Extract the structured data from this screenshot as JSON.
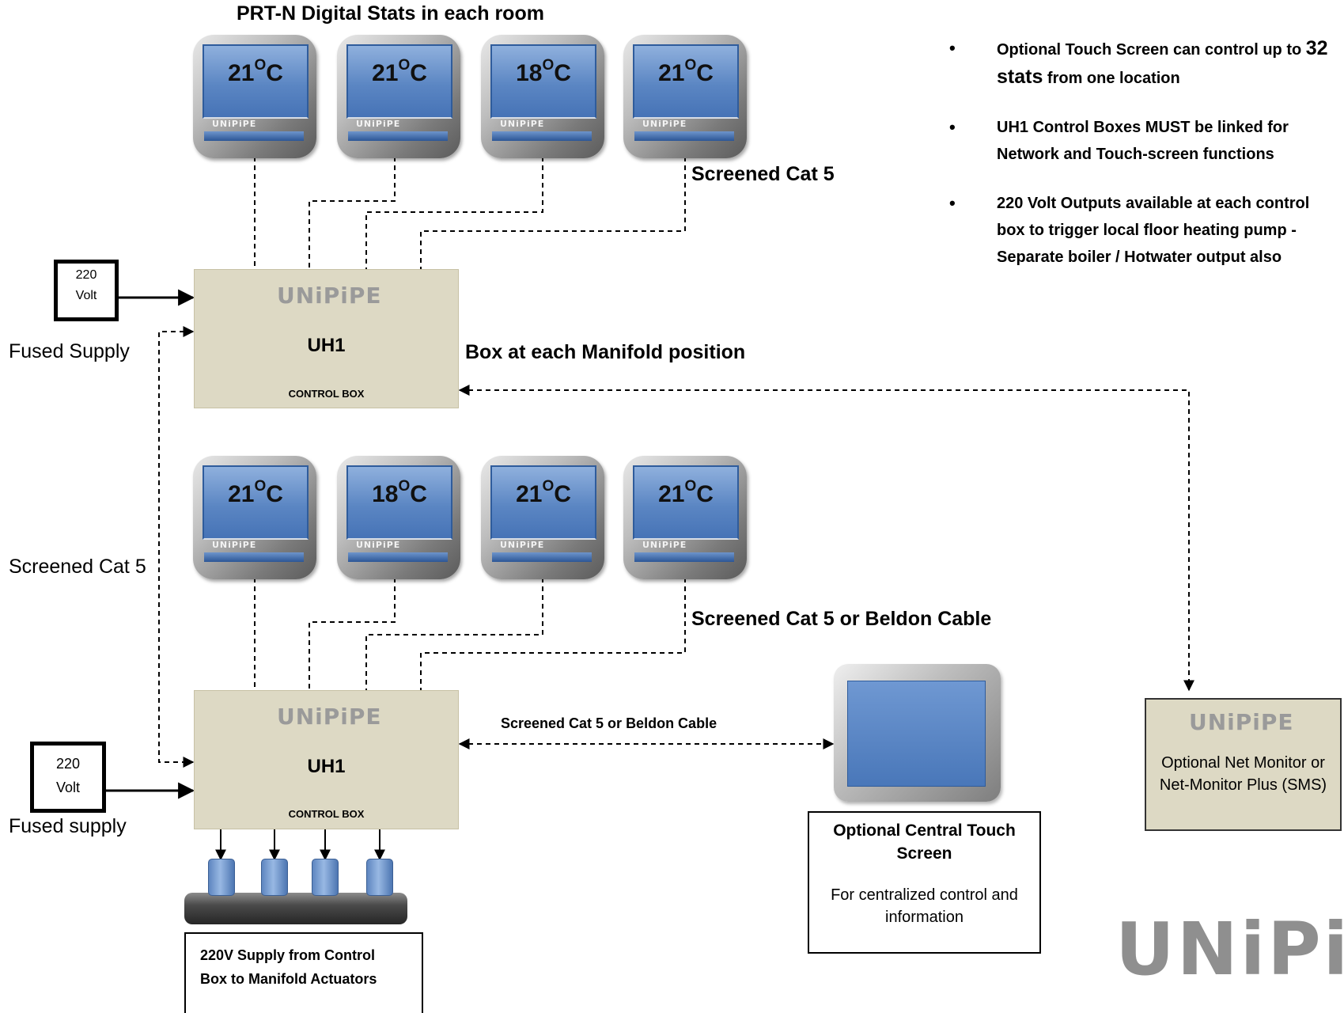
{
  "title": "PRT-N Digital Stats in each room",
  "colors": {
    "stat_screen": "#5b86c3",
    "box_fill": "#ddd9c4",
    "logo_grey": "#9a9a9a"
  },
  "icons": {
    "stat": "thermostat-icon",
    "touch": "touch-screen-icon",
    "actuator": "actuator-icon"
  },
  "top_stats": [
    {
      "temp": "21",
      "unit": "C",
      "brand": "UNiPiPE"
    },
    {
      "temp": "21",
      "unit": "C",
      "brand": "UNiPiPE"
    },
    {
      "temp": "18",
      "unit": "C",
      "brand": "UNiPiPE"
    },
    {
      "temp": "21",
      "unit": "C",
      "brand": "UNiPiPE"
    }
  ],
  "bottom_stats": [
    {
      "temp": "21",
      "unit": "C",
      "brand": "UNiPiPE"
    },
    {
      "temp": "18",
      "unit": "C",
      "brand": "UNiPiPE"
    },
    {
      "temp": "21",
      "unit": "C",
      "brand": "UNiPiPE"
    },
    {
      "temp": "21",
      "unit": "C",
      "brand": "UNiPiPE"
    }
  ],
  "labels": {
    "screened_cat5_top": "Screened Cat 5",
    "box_each_manifold": "Box at each Manifold position",
    "screened_cat5_left": "Screened Cat 5",
    "screened_cat5_beldon": "Screened Cat 5 or Beldon Cable",
    "screened_cat5_beldon_small": "Screened Cat 5 or Beldon Cable",
    "fused_supply_top": "Fused Supply",
    "fused_supply_bottom": "Fused supply"
  },
  "volt_boxes": [
    {
      "line1": "220",
      "line2": "Volt"
    },
    {
      "line1": "220",
      "line2": "Volt"
    }
  ],
  "control_boxes": [
    {
      "brand": "UNiPiPE",
      "name": "UH1",
      "caption": "CONTROL BOX"
    },
    {
      "brand": "UNiPiPE",
      "name": "UH1",
      "caption": "CONTROL BOX"
    }
  ],
  "bullets": {
    "b1_pre": "Optional Touch Screen can control up to ",
    "b1_big": "32 stats",
    "b1_post": " from one location",
    "b2": "UH1 Control Boxes MUST be linked for Network and Touch-screen functions",
    "b3": "220 Volt Outputs available at each control box to trigger local floor heating pump  - Separate  boiler / Hotwater output also"
  },
  "net_monitor": {
    "brand": "UNiPiPE",
    "text": "Optional Net Monitor or Net-Monitor Plus (SMS)"
  },
  "touch_screen": {
    "title": "Optional Central Touch Screen",
    "desc": "For centralized control and information"
  },
  "supply_box": "220V Supply from Control Box to Manifold Actuators",
  "corner_logo": "UNiPiPE"
}
